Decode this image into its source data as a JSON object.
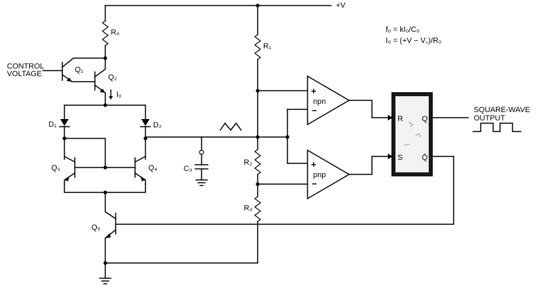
{
  "supply": "+V",
  "equations": {
    "line1": "f₀ = kI₀/C₀",
    "line2": "I₀ = (+V − V꜀)/R₀"
  },
  "control_voltage": {
    "line1": "CONTROL",
    "line2": "VOLTAGE"
  },
  "output": {
    "line1": "SQUARE-WAVE",
    "line2": "OUTPUT"
  },
  "current_label": "I₀",
  "components": {
    "r0": "R₀",
    "r1": "R₁",
    "r2": "R₂",
    "r3": "R₃",
    "c0": "C₀",
    "q1": "Q₁",
    "q2": "Q₂",
    "q3": "Q₃",
    "q4": "Q₄",
    "q5": "Q₅",
    "d1": "D₁",
    "d2": "D₂"
  },
  "comparators": {
    "upper": {
      "name": "npn",
      "plus": "+",
      "minus": "−"
    },
    "lower": {
      "name": "pnp",
      "plus": "+",
      "minus": "−"
    }
  },
  "flipflop": {
    "r": "R",
    "s": "S",
    "q": "Q",
    "qbar": "Q̄"
  }
}
